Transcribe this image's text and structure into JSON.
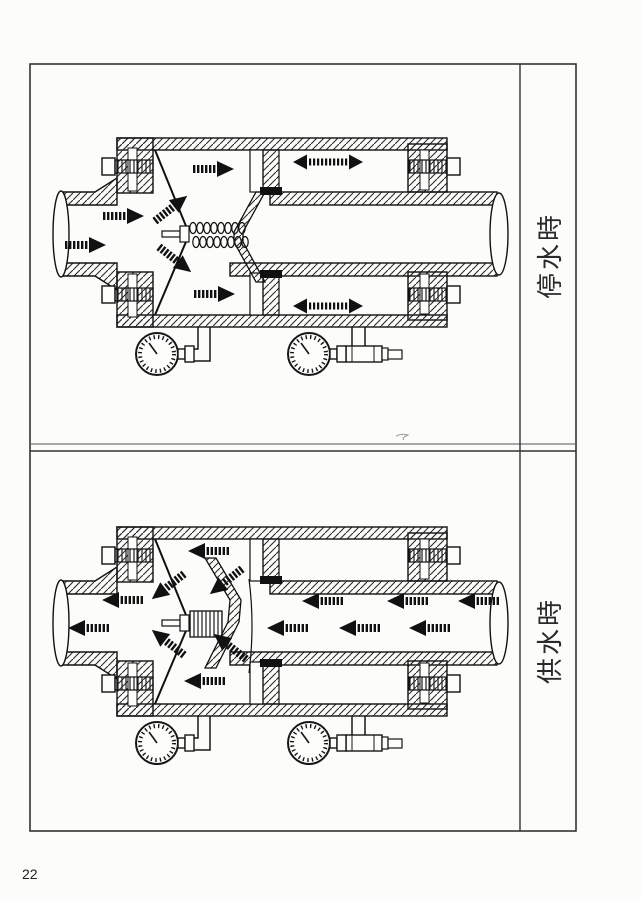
{
  "page": {
    "number": "22"
  },
  "figure": {
    "panels": [
      {
        "id": "stopped",
        "label": "停水時"
      },
      {
        "id": "supplying",
        "label": "供水時"
      }
    ]
  },
  "colors": {
    "ink": "#1c1c1c",
    "paper": "#fcfcfa"
  }
}
